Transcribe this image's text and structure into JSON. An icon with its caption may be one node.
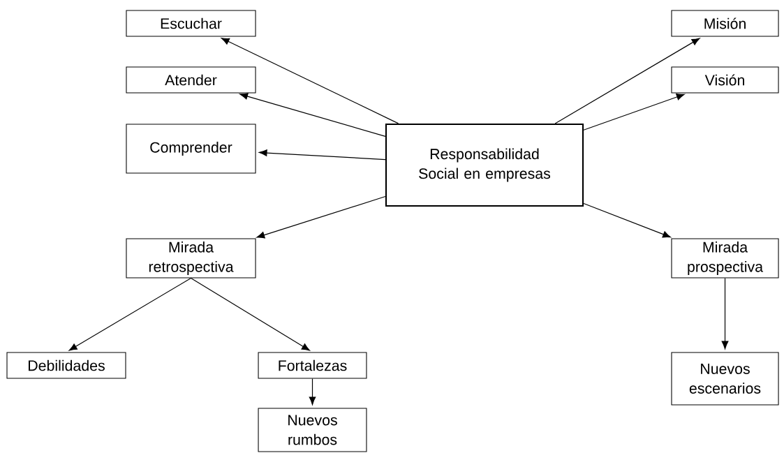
{
  "diagram": {
    "nodes": [
      {
        "text": [
          "Escuchar"
        ]
      },
      {
        "text": [
          "Atender"
        ]
      },
      {
        "text": [
          "Comprender"
        ]
      },
      {
        "text": [
          "Responsabilidad Social en empresas"
        ]
      },
      {
        "text": [
          "Misión"
        ]
      },
      {
        "text": [
          "Visión"
        ]
      },
      {
        "text": [
          "Mirada retrospectiva"
        ]
      },
      {
        "text": [
          "Mirada prospectiva"
        ]
      },
      {
        "text": [
          "Debilidades"
        ]
      },
      {
        "text": [
          "Fortalezas"
        ]
      },
      {
        "text": [
          "Nuevos rumbos"
        ]
      },
      {
        "text": [
          "Nuevos escenarios"
        ]
      }
    ],
    "edges": [
      {
        "from": 3,
        "to": 0,
        "arrow": "to"
      },
      {
        "from": 3,
        "to": 1,
        "arrow": "to"
      },
      {
        "from": 3,
        "to": 2,
        "arrow": "to"
      },
      {
        "from": 3,
        "to": 4,
        "arrow": "to"
      },
      {
        "from": 3,
        "to": 5,
        "arrow": "to"
      },
      {
        "from": 3,
        "to": 6,
        "arrow": "to"
      },
      {
        "from": 3,
        "to": 7,
        "arrow": "to"
      },
      {
        "from": 6,
        "to": 8,
        "arrow": "to"
      },
      {
        "from": 6,
        "to": 9,
        "arrow": "to"
      },
      {
        "from": 9,
        "to": 10,
        "arrow": "to"
      },
      {
        "from": 7,
        "to": 11,
        "arrow": "to"
      }
    ]
  }
}
